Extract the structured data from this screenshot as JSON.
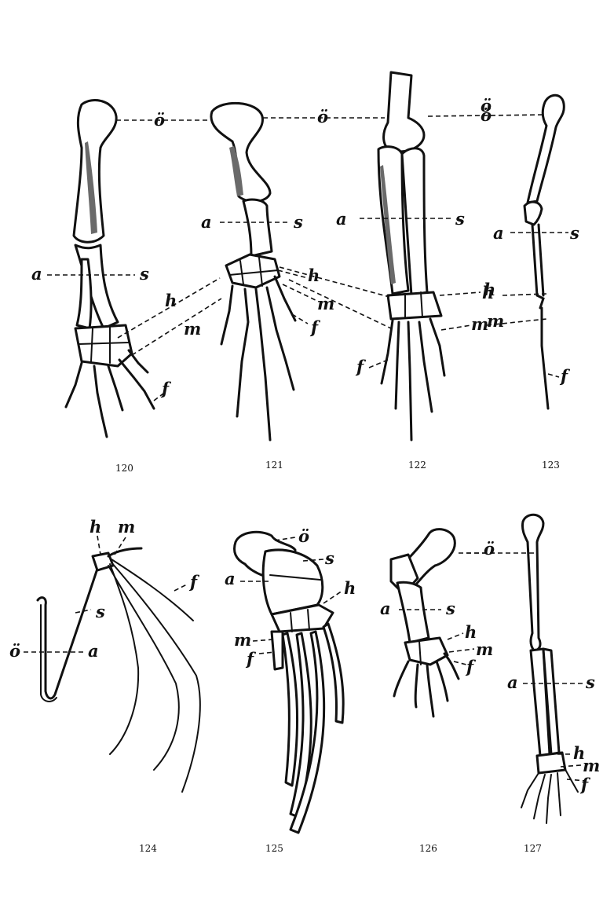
{
  "figures": [
    {
      "number": "120",
      "labels": [
        "ö",
        "a",
        "s",
        "h",
        "m",
        "f"
      ]
    },
    {
      "number": "121",
      "labels": [
        "ö",
        "a",
        "s",
        "h",
        "m",
        "f"
      ]
    },
    {
      "number": "122",
      "labels": [
        "ö",
        "a",
        "s",
        "h",
        "m",
        "f"
      ]
    },
    {
      "number": "123",
      "labels": [
        "ö",
        "a",
        "s",
        "h",
        "m",
        "f"
      ]
    },
    {
      "number": "124",
      "labels": [
        "h",
        "m",
        "f",
        "s",
        "ö",
        "a"
      ]
    },
    {
      "number": "125",
      "labels": [
        "ö",
        "s",
        "a",
        "h",
        "m",
        "f"
      ]
    },
    {
      "number": "126",
      "labels": [
        "ö",
        "a",
        "s",
        "h",
        "m",
        "f"
      ]
    },
    {
      "number": "127",
      "labels": [
        "a",
        "s",
        "h",
        "m",
        "f"
      ]
    }
  ],
  "colors": {
    "ink": "#111111",
    "paper": "#ffffff"
  }
}
